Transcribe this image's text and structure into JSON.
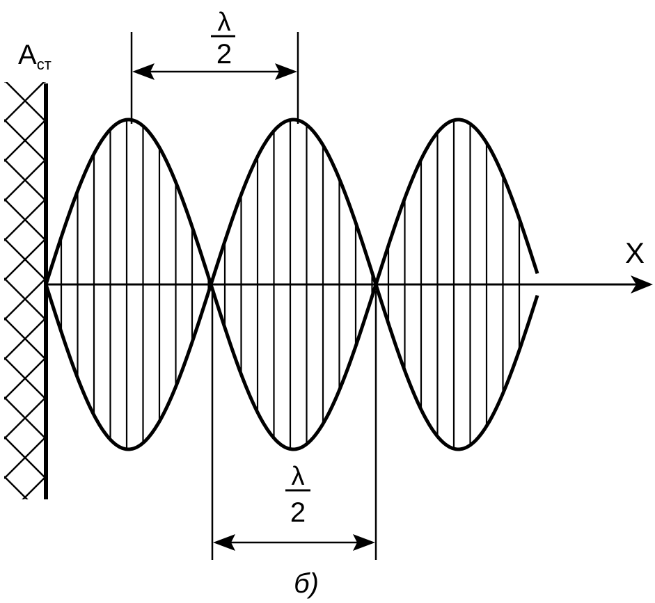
{
  "diagram": {
    "wall_label": "A",
    "wall_label_subscript": "ст",
    "axis_label": "X",
    "top_dimension": {
      "numerator": "λ",
      "denominator": "2"
    },
    "bottom_dimension": {
      "numerator": "λ",
      "denominator": "2"
    },
    "caption": "б)"
  }
}
